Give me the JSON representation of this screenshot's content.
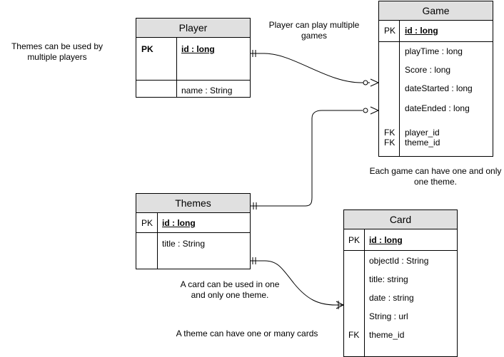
{
  "entities": {
    "player": {
      "title": "Player",
      "pk_label": "PK",
      "pk_field": "id : long",
      "fields": [
        "name : String"
      ]
    },
    "game": {
      "title": "Game",
      "pk_label": "PK",
      "pk_field": "id : long",
      "fields": [
        "playTime : long",
        "Score : long",
        "dateStarted : long",
        "dateEnded : long"
      ],
      "fk_labels": [
        "FK",
        "FK"
      ],
      "fk_fields": [
        "player_id",
        "theme_id"
      ]
    },
    "themes": {
      "title": "Themes",
      "pk_label": "PK",
      "pk_field": "id : long",
      "fields": [
        "title : String"
      ]
    },
    "card": {
      "title": "Card",
      "pk_label": "PK",
      "pk_field": "id : long",
      "fields": [
        "objectId : String",
        "title: string",
        "date : string",
        "String : url"
      ],
      "fk_label": "FK",
      "fk_field": "theme_id"
    }
  },
  "notes": {
    "themes_multiple_players": [
      "Themes can be used by",
      "multiple players"
    ],
    "player_multiple_games": [
      "Player can play multiple",
      "games"
    ],
    "game_one_theme": [
      "Each game can have one and only",
      "one theme."
    ],
    "card_one_theme": [
      "A card can be used in one",
      "and only one theme."
    ],
    "theme_many_cards": [
      "A theme can have one or many cards"
    ]
  },
  "colors": {
    "header_fill": "#e0e0e0",
    "line": "#000000",
    "background": "#ffffff"
  }
}
